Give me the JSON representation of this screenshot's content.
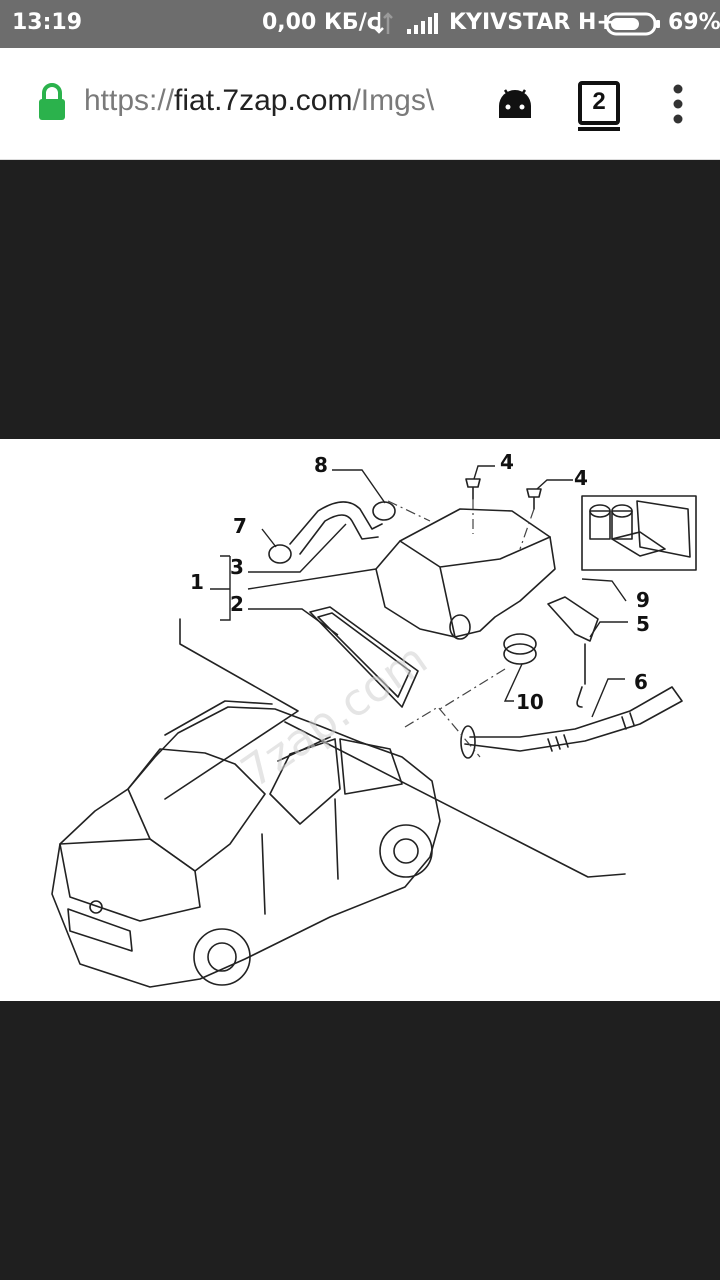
{
  "status_bar": {
    "time": "13:19",
    "speed": "0,00 КБ/с",
    "carrier": "KYIVSTAR H+",
    "battery": "69%",
    "battery_level": 0.69
  },
  "browser": {
    "url_scheme": "https://",
    "url_host": "fiat.7zap.com",
    "url_path": "/Imgs\\",
    "tab_count": "2",
    "secure_color": "#2bb24c"
  },
  "diagram": {
    "watermark": "7zap.com",
    "callouts": [
      "1",
      "2",
      "3",
      "4",
      "4",
      "5",
      "6",
      "7",
      "8",
      "9",
      "10"
    ]
  }
}
